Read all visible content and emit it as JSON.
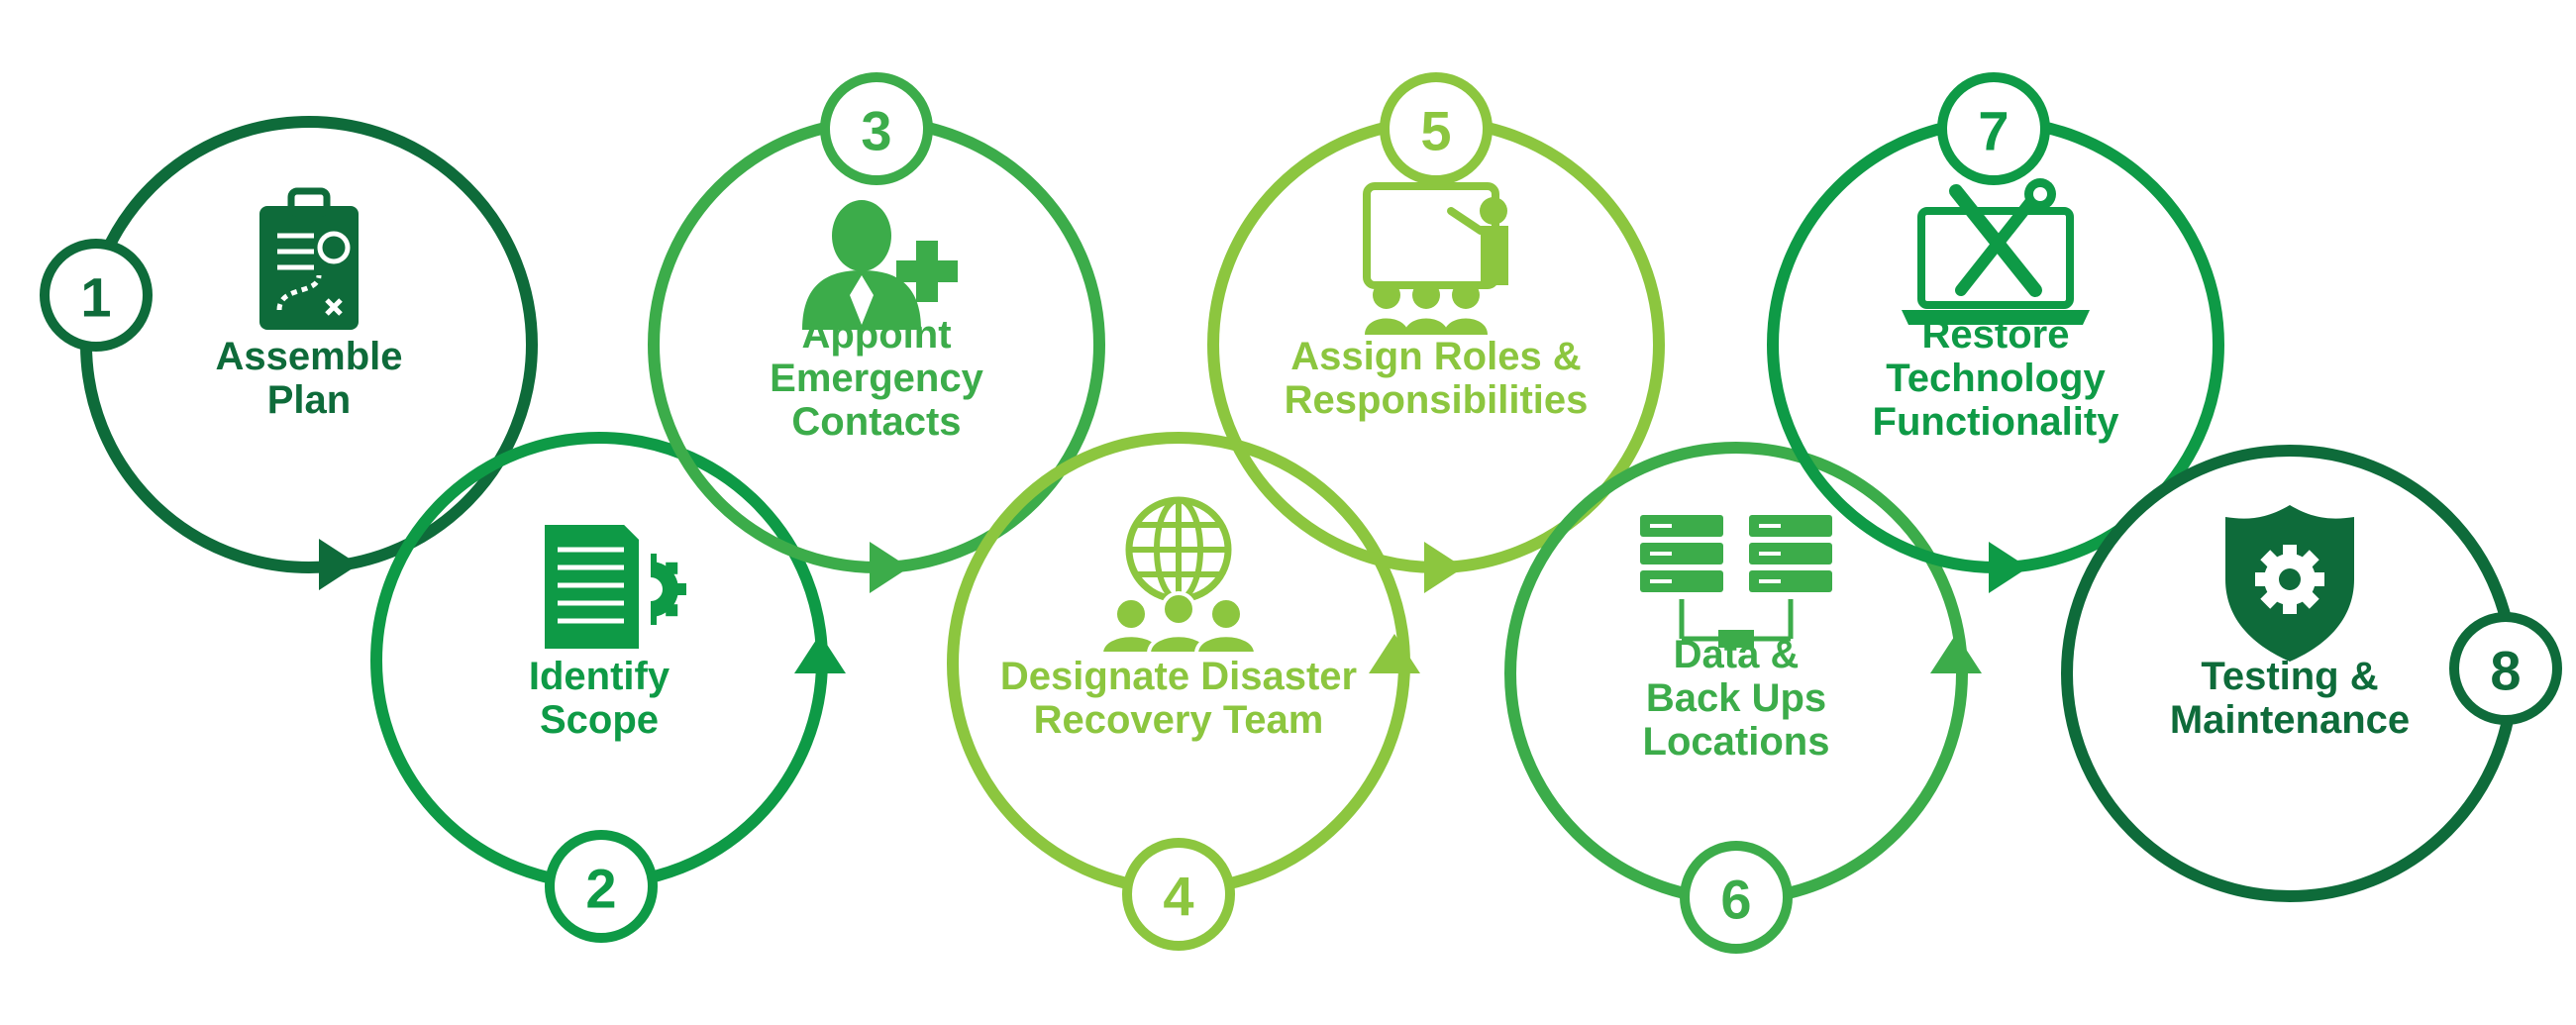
{
  "colors": {
    "dark": "#0e6b3a",
    "mid": "#0e9a46",
    "green": "#3cac4a",
    "light": "#8cc63f",
    "white": "#ffffff"
  },
  "steps": [
    {
      "number": "1",
      "lines": [
        "Assemble",
        "Plan"
      ],
      "icon": "clipboard-plan-icon"
    },
    {
      "number": "2",
      "lines": [
        "Identify",
        "Scope"
      ],
      "icon": "document-gear-icon"
    },
    {
      "number": "3",
      "lines": [
        "Appoint",
        "Emergency",
        "Contacts"
      ],
      "icon": "add-contact-icon"
    },
    {
      "number": "4",
      "lines": [
        "Designate Disaster",
        "Recovery Team"
      ],
      "icon": "globe-team-icon"
    },
    {
      "number": "5",
      "lines": [
        "Assign Roles &",
        "Responsibilities"
      ],
      "icon": "presentation-board-icon"
    },
    {
      "number": "6",
      "lines": [
        "Data &",
        "Back Ups",
        "Locations"
      ],
      "icon": "servers-icon"
    },
    {
      "number": "7",
      "lines": [
        "Restore",
        "Technology",
        "Functionality"
      ],
      "icon": "laptop-tools-icon"
    },
    {
      "number": "8",
      "lines": [
        "Testing &",
        "Maintenance"
      ],
      "icon": "shield-gear-icon"
    }
  ]
}
